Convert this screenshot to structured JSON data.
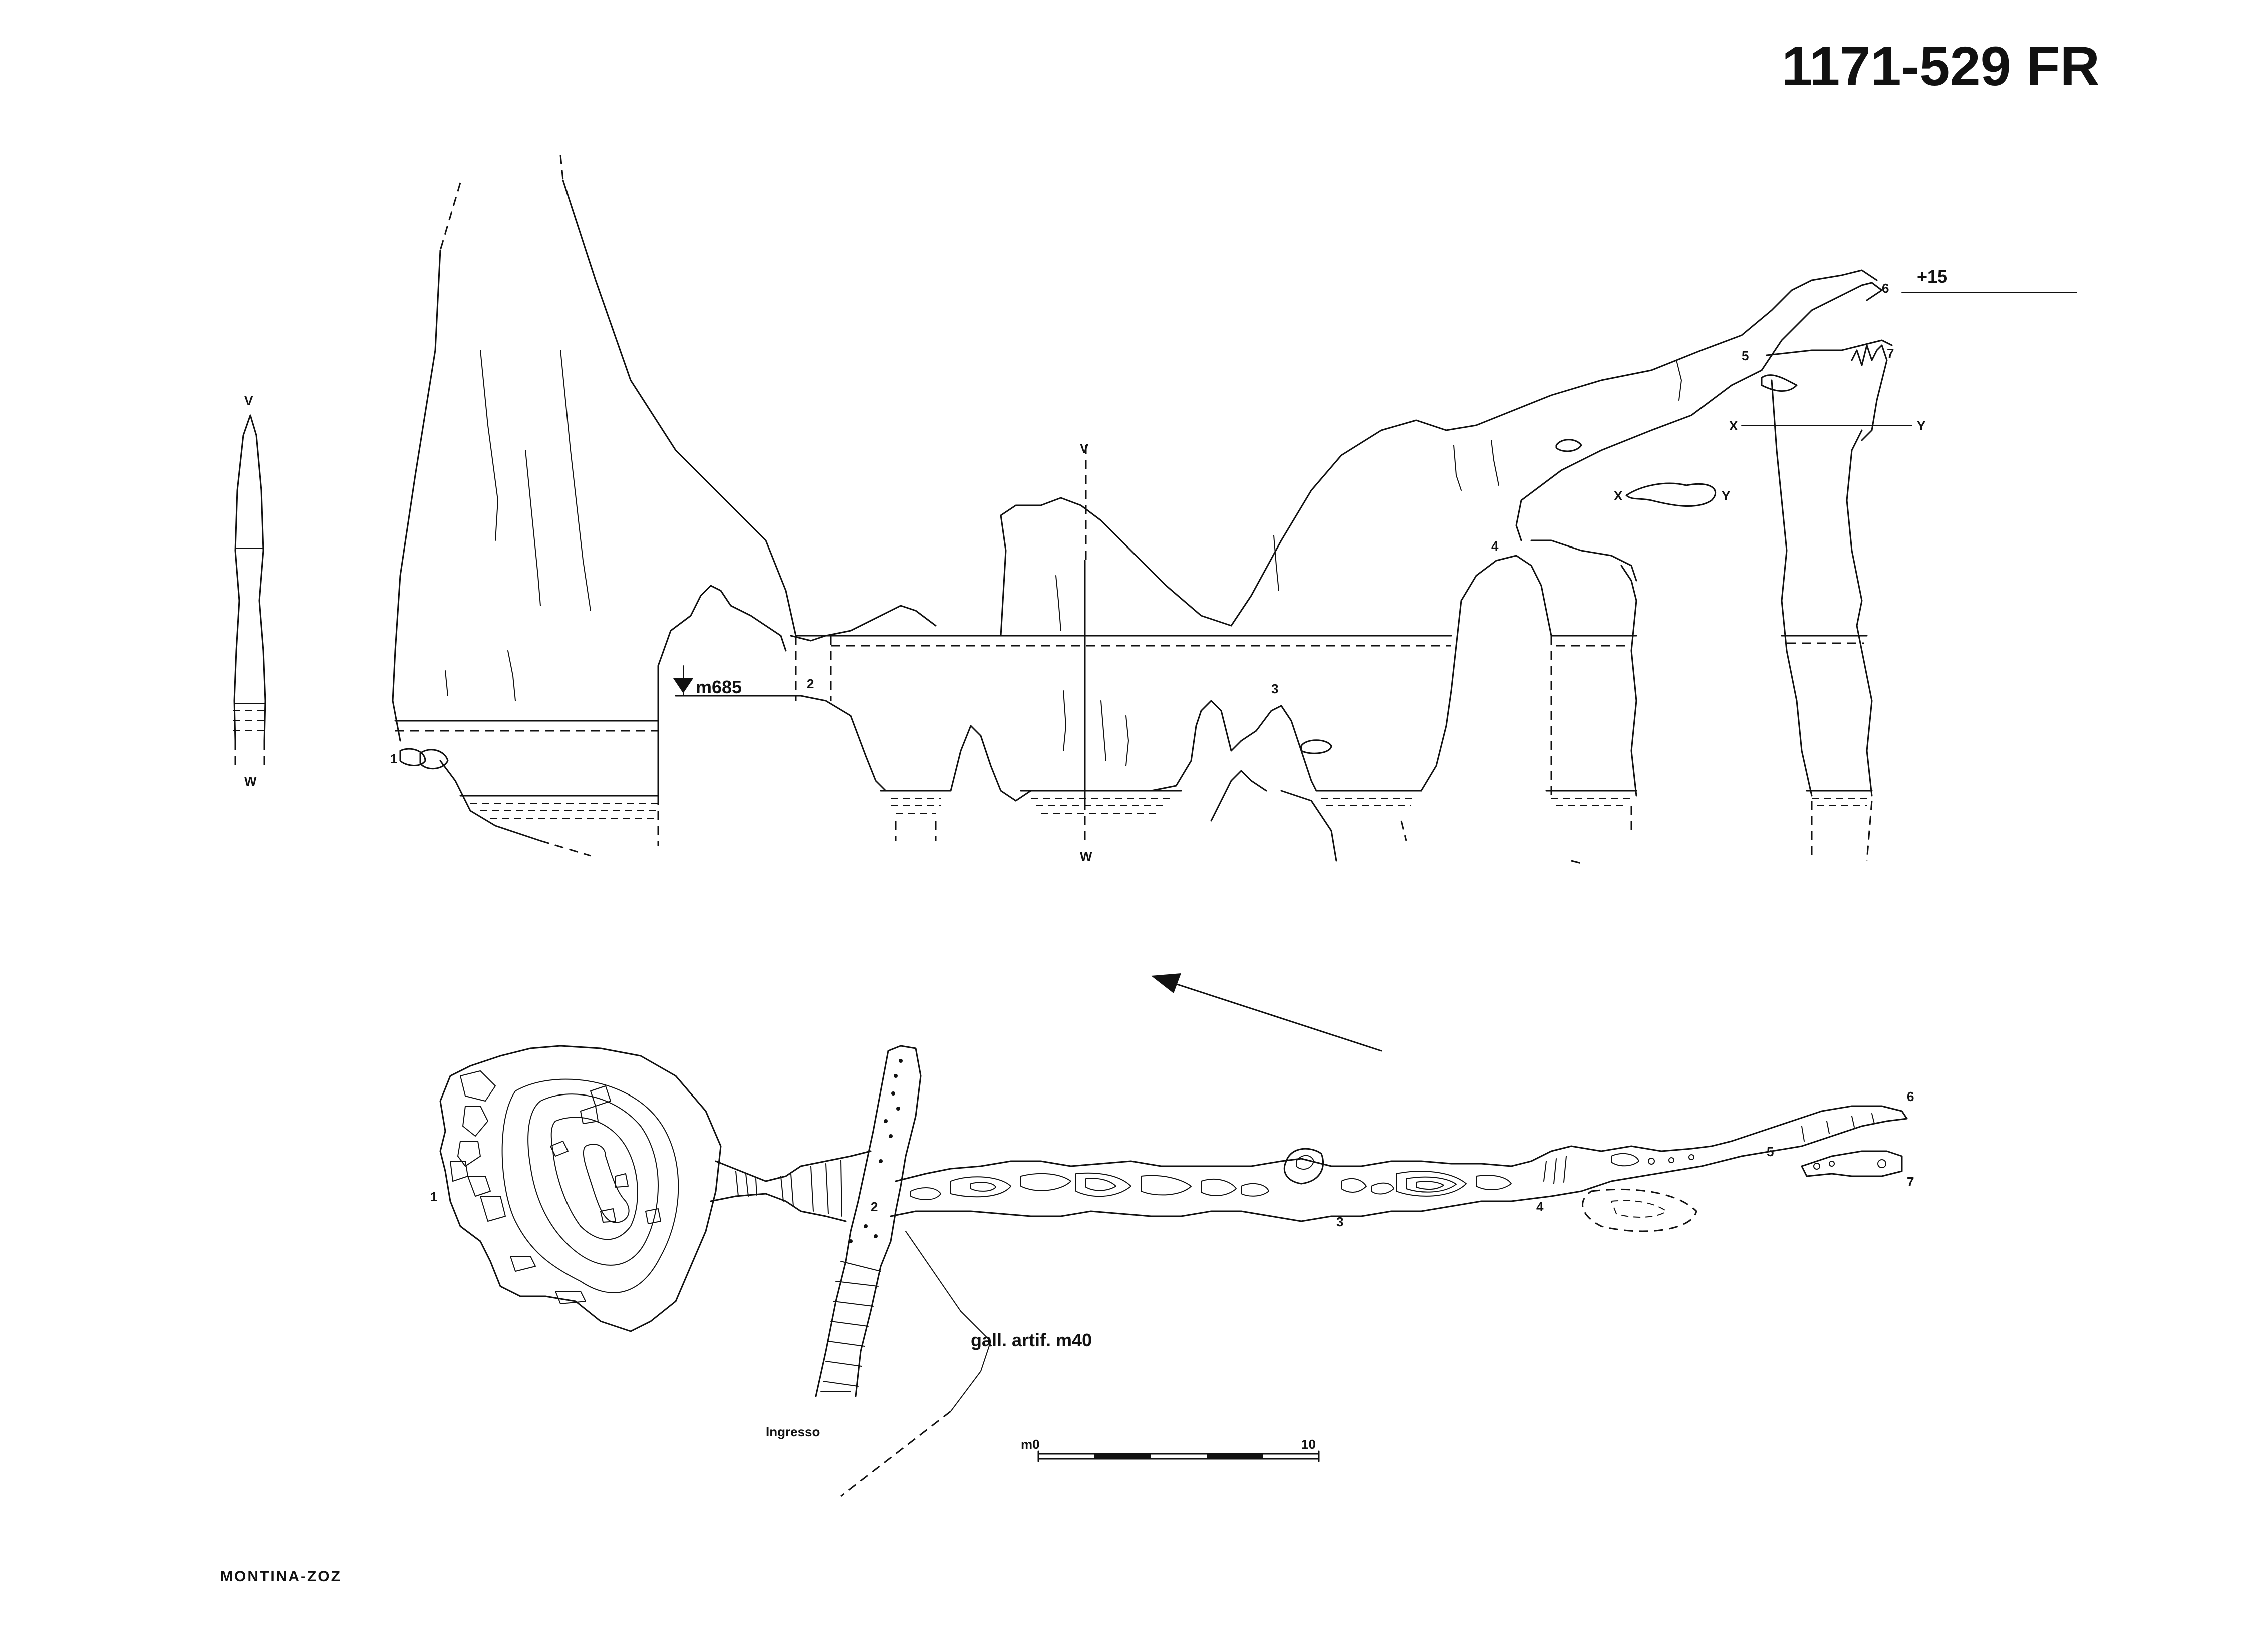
{
  "sheet": {
    "code": "1171-529 FR",
    "author": "MONTINA-ZOZ",
    "color_ink": "#111111",
    "color_paper": "#ffffff"
  },
  "section": {
    "left_small_v": "V",
    "left_small_w": "W",
    "v": "V",
    "w": "W",
    "elevation": "m685",
    "height_mark": "+15",
    "xsec_x": "X",
    "xsec_y": "Y",
    "xsec2_x": "X",
    "xsec2_y": "Y",
    "station_1": "1",
    "station_2": "2",
    "station_3": "3",
    "station_4": "4",
    "station_5": "5",
    "station_6": "6",
    "station_7": "7"
  },
  "plan": {
    "station_1": "1",
    "station_2": "2",
    "station_3": "3",
    "station_4": "4",
    "station_5": "5",
    "station_6": "6",
    "station_7": "7",
    "gallery_label": "gall. artif. m40",
    "entrance_label": "Ingresso",
    "north_arrow_icon": "arrow-icon"
  },
  "scale_bar": {
    "start_label": "m0",
    "end_label": "10"
  }
}
